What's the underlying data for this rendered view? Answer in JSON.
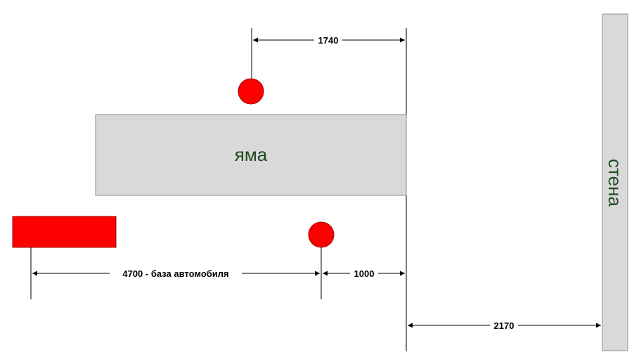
{
  "labels": {
    "pit": "яма",
    "wall": "стена"
  },
  "dimensions": {
    "top": "1740",
    "wheelbase": "4700 - база автомобиля",
    "front": "1000",
    "to_wall": "2170"
  },
  "colors": {
    "pit_fill": "#d9d9d9",
    "pit_stroke": "#8c8c8c",
    "marker_fill": "#ff0000",
    "marker_stroke": "#a00000",
    "text_green": "#1f4a1f",
    "line": "#000000"
  }
}
